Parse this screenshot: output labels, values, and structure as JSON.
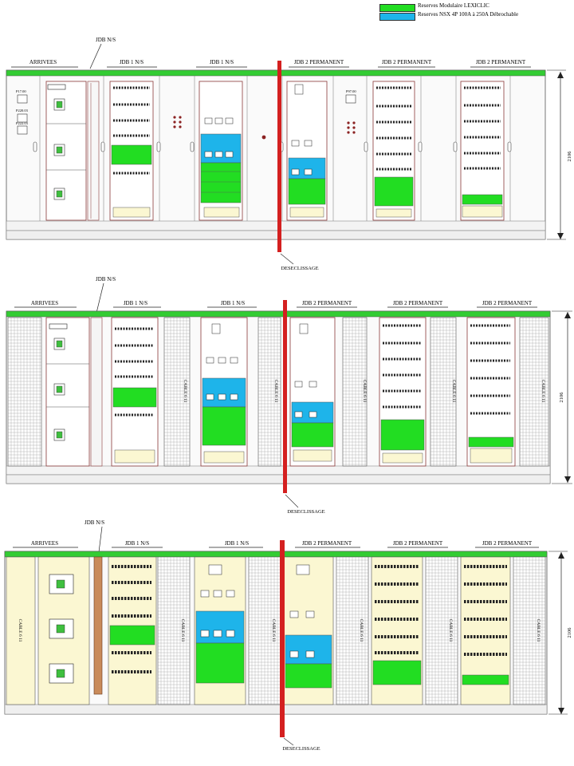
{
  "legend": [
    {
      "label": "Reserves Modulaire LEXICLIC",
      "color": "#22dd22"
    },
    {
      "label": "Reserves NSX 4P 100A à 250A Débrochable",
      "color": "#1eb4ea"
    }
  ],
  "elevations": [
    {
      "jdb_label": "JDB N/S",
      "degrouping_label": "DESECLISSAGE",
      "dimension_label": "2106",
      "sections": [
        "ARRIVEES",
        "JDB 1 N/S",
        "JDB 1 N/S",
        "JDB 2 PERMANENT",
        "JDB 2 PERMANENT",
        "JDB 2 PERMANENT"
      ],
      "device_labels": [
        "P17.00",
        "P220.03",
        "P222.03",
        "P97.00"
      ]
    },
    {
      "jdb_label": "JDB N/S",
      "degrouping_label": "DESECLISSAGE",
      "dimension_label": "2106",
      "sections": [
        "ARRIVEES",
        "JDB 1 N/S",
        "JDB 1 N/S",
        "JDB 2 PERMANENT",
        "JDB 2 PERMANENT",
        "JDB 2 PERMANENT"
      ],
      "cable_label": "CABLE 6 11"
    },
    {
      "jdb_label": "JDB N/S",
      "degrouping_label": "DESECLISSAGE",
      "dimension_label": "2106",
      "sections": [
        "ARRIVEES",
        "JDB 1 N/S",
        "JDB 1 N/S",
        "JDB 2 PERMANENT",
        "JDB 2 PERMANENT",
        "JDB 2 PERMANENT"
      ],
      "cable_label": "CABLE 6 11"
    }
  ],
  "colors": {
    "reserve_green": "#22dd22",
    "reserve_blue": "#1eb4ea",
    "separator_red": "#d42020",
    "top_bar": "#33cc33",
    "cream": "#fbf7d2"
  }
}
